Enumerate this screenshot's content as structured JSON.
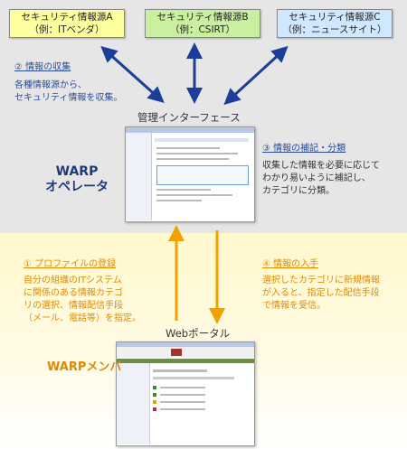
{
  "sources": [
    {
      "line1": "セキュリティ情報源A",
      "line2": "（例：ITベンダ）"
    },
    {
      "line1": "セキュリティ情報源B",
      "line2": "（例：CSIRT）"
    },
    {
      "line1": "セキュリティ情報源C",
      "line2": "（例：ニュースサイト）"
    }
  ],
  "step2": {
    "title": "② 情報の収集",
    "line1": "各種情報源から、",
    "line2": "セキュリティ情報を収集。"
  },
  "admin": {
    "title": "管理インターフェース"
  },
  "step3": {
    "title": "③ 情報の補記・分類",
    "line1": "収集した情報を必要に応じて",
    "line2": "わかり易いように補記し、",
    "line3": "カテゴリに分類。"
  },
  "operator": {
    "line1": "WARP",
    "line2": "オペレータ"
  },
  "step1": {
    "title": "① プロファイルの登録",
    "line1": "自分の組織のITシステム",
    "line2": "に関係のある情報カテゴ",
    "line3": "リの選択、情報配信手段",
    "line4": "（メール、電話等）を指定。"
  },
  "step4": {
    "title": "④ 情報の入手",
    "line1": "選択したカテゴリに新規情報",
    "line2": "が入ると、指定した配信手段",
    "line3": "で情報を受信。"
  },
  "portal": {
    "title": "Webポータル"
  },
  "member": {
    "label": "WARPメンバ"
  },
  "colors": {
    "top_zone": "#e6e6e6",
    "bottom_zone": "#fff8cc",
    "blue_arrow": "#1a3e9a",
    "orange_arrow": "#f2a100"
  }
}
